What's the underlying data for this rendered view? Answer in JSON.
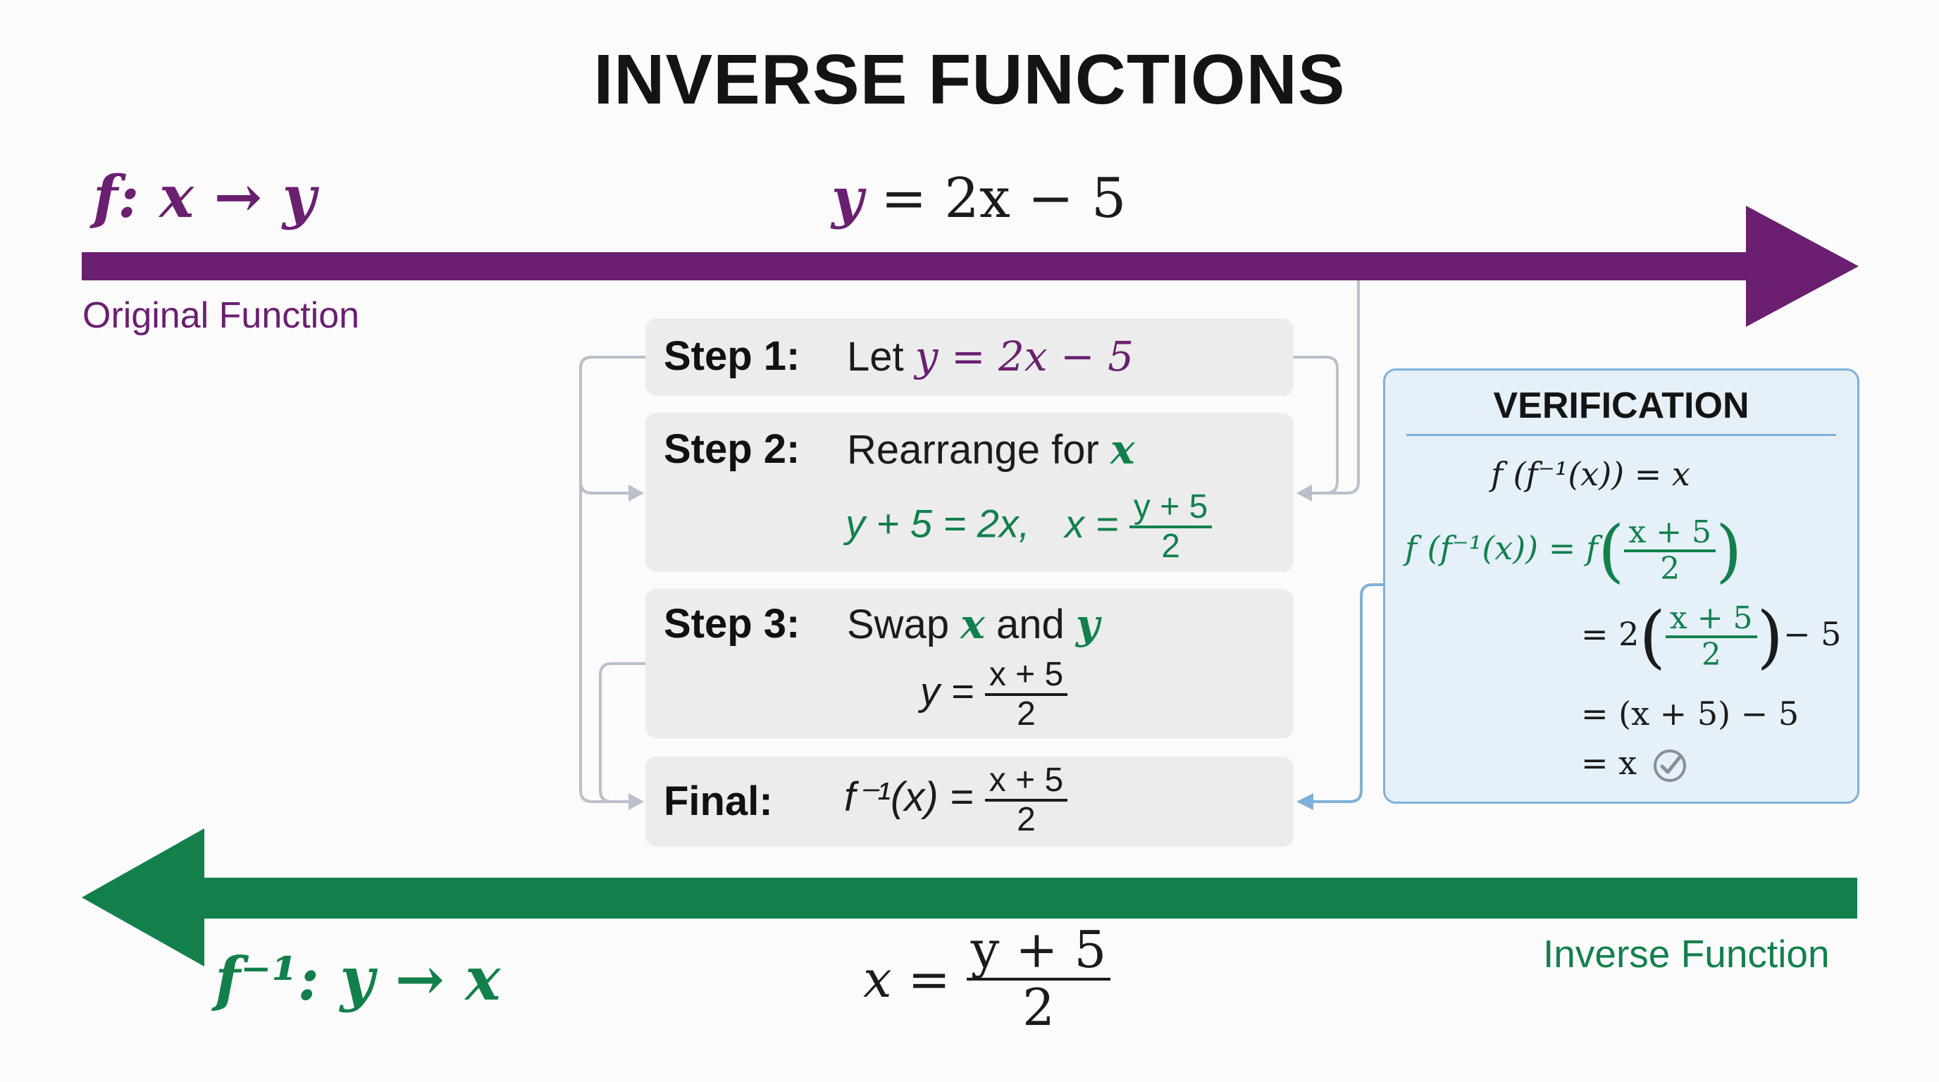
{
  "title": "INVERSE FUNCTIONS",
  "colors": {
    "original": "#6a1f70",
    "inverse": "#13804c",
    "verification_border": "#7fb1d8",
    "verification_fill": "#e5f0f9",
    "step_fill": "#ececec",
    "connector": "#b9bfcc"
  },
  "original": {
    "map_f": "f",
    "map_rest": ": x → y",
    "equation": "= 2x − 5",
    "equation_var": "y",
    "label": "Original Function"
  },
  "inverse": {
    "map_f": "f⁻¹",
    "map_rest": ": y → x",
    "equation_lhs": "x =",
    "frac_num": "y + 5",
    "frac_den": "2",
    "label": "Inverse Function"
  },
  "steps": [
    {
      "label": "Step 1:",
      "text": "Let",
      "math": "y = 2x − 5"
    },
    {
      "label": "Step 2:",
      "text": "Rearrange for",
      "var": "x",
      "line2_left": "y + 5 = 2x,",
      "line2_lhs": "x =",
      "frac_num": "y + 5",
      "frac_den": "2"
    },
    {
      "label": "Step 3:",
      "text_a": "Swap",
      "var_a": "x",
      "text_b": "and",
      "var_b": "y",
      "line2_lhs": "y =",
      "frac_num": "x + 5",
      "frac_den": "2"
    },
    {
      "label": "Final:",
      "lhs": "f⁻¹(x) =",
      "frac_num": "x + 5",
      "frac_den": "2"
    }
  ],
  "verification": {
    "heading": "VERIFICATION",
    "line1": "f (f⁻¹(x)) = x",
    "line2_lhs": "f (f⁻¹(x)) = f",
    "line3_lhs": "= 2",
    "line3_rhs": "− 5",
    "line4": "= (x + 5) − 5",
    "line5": "= x",
    "frac_num": "x + 5",
    "frac_den": "2",
    "check_icon": "check-circle-icon"
  }
}
